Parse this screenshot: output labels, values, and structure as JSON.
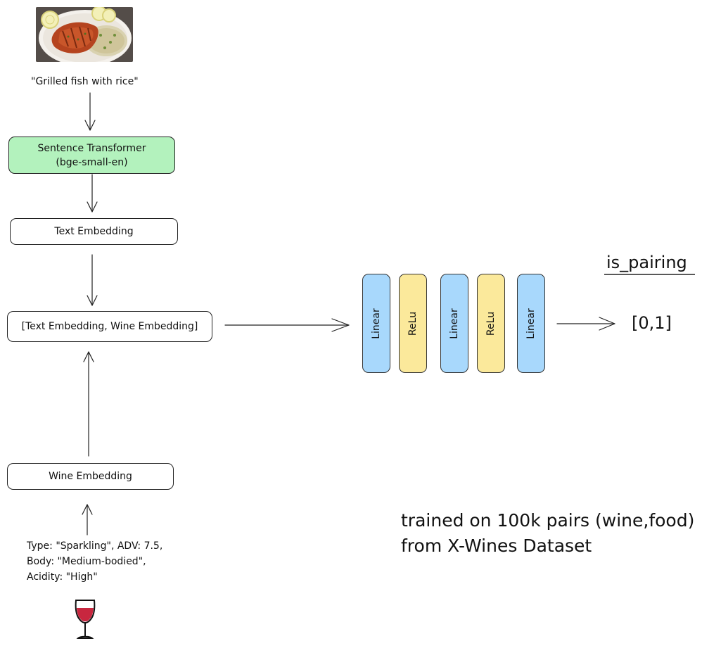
{
  "dish_caption": "\"Grilled fish with rice\"",
  "sentence_transformer": {
    "line1": "Sentence Transformer",
    "line2": "(bge-small-en)"
  },
  "text_embedding": "Text Embedding",
  "concat_embedding": "[Text Embedding, Wine Embedding]",
  "wine_embedding": "Wine Embedding",
  "wine_attributes": [
    "Type: \"Sparkling\", ADV: 7.5,",
    "Body: \"Medium-bodied\",",
    "Acidity: \"High\""
  ],
  "mlp_layers": [
    "Linear",
    "ReLu",
    "Linear",
    "ReLu",
    "Linear"
  ],
  "output_title": "is_pairing",
  "output_range": "[0,1]",
  "training_note": {
    "line1": "trained on 100k pairs (wine,food)",
    "line2": "from X-Wines Dataset"
  },
  "colors": {
    "transformer_fill": "#b3f2bd",
    "linear_fill": "#a8d8fc",
    "relu_fill": "#fbe99b",
    "wine_red": "#c8273f"
  },
  "icons": {
    "food_image": "grilled-fish-dish-image",
    "wine_icon": "wine-glass-icon"
  }
}
